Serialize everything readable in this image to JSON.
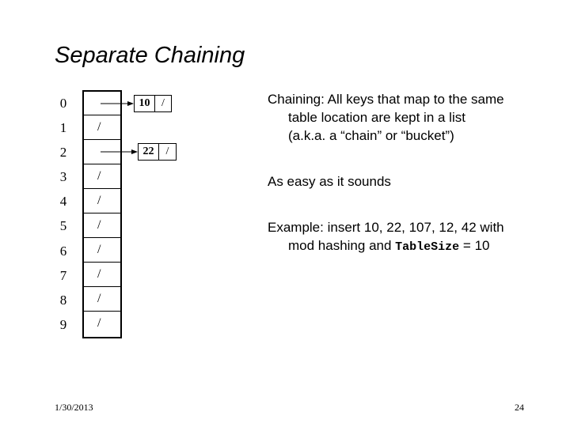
{
  "slide": {
    "title": "Separate Chaining",
    "date": "1/30/2013",
    "page_number": "24"
  },
  "hash_table": {
    "indices": [
      "0",
      "1",
      "2",
      "3",
      "4",
      "5",
      "6",
      "7",
      "8",
      "9"
    ],
    "slots": [
      "",
      "/",
      "",
      "/",
      "/",
      "/",
      "/",
      "/",
      "/",
      "/"
    ],
    "chains": [
      {
        "slot": 0,
        "key": "10",
        "next": "/"
      },
      {
        "slot": 2,
        "key": "22",
        "next": "/"
      }
    ]
  },
  "bullets": {
    "chaining_line1": "Chaining: All keys that map to the same",
    "chaining_line2": "table location are kept in a list",
    "chaining_line3": "(a.k.a. a “chain” or “bucket”)",
    "easy": "As easy as it sounds",
    "example_line1": "Example: insert 10, 22, 107, 12, 42 with",
    "example_line2_pre": "mod hashing and",
    "example_line2_code": "TableSize",
    "example_line2_post": "= 10"
  }
}
